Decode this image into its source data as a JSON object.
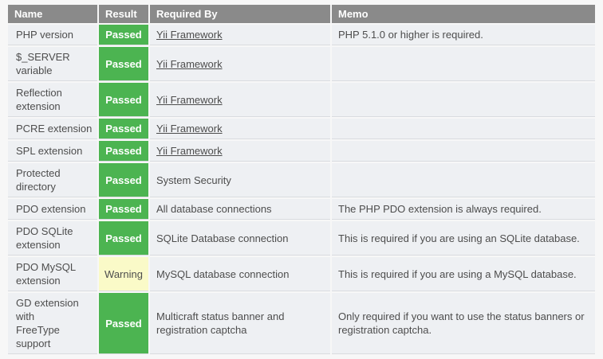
{
  "table": {
    "headers": {
      "name": "Name",
      "result": "Result",
      "required_by": "Required By",
      "memo": "Memo"
    },
    "rows": [
      {
        "name": "PHP version",
        "result": "Passed",
        "status": "passed",
        "required_by": "Yii Framework",
        "required_by_link": true,
        "memo": "PHP 5.1.0 or higher is required."
      },
      {
        "name": "$_SERVER variable",
        "result": "Passed",
        "status": "passed",
        "required_by": "Yii Framework",
        "required_by_link": true,
        "memo": ""
      },
      {
        "name": "Reflection extension",
        "result": "Passed",
        "status": "passed",
        "required_by": "Yii Framework",
        "required_by_link": true,
        "memo": ""
      },
      {
        "name": "PCRE extension",
        "result": "Passed",
        "status": "passed",
        "required_by": "Yii Framework",
        "required_by_link": true,
        "memo": ""
      },
      {
        "name": "SPL extension",
        "result": "Passed",
        "status": "passed",
        "required_by": "Yii Framework",
        "required_by_link": true,
        "memo": ""
      },
      {
        "name": "Protected directory",
        "result": "Passed",
        "status": "passed",
        "required_by": "System Security",
        "required_by_link": false,
        "memo": ""
      },
      {
        "name": "PDO extension",
        "result": "Passed",
        "status": "passed",
        "required_by": "All database connections",
        "required_by_link": false,
        "memo": "The PHP PDO extension is always required."
      },
      {
        "name": "PDO SQLite extension",
        "result": "Passed",
        "status": "passed",
        "required_by": "SQLite Database connection",
        "required_by_link": false,
        "memo": "This is required if you are using an SQLite database."
      },
      {
        "name": "PDO MySQL extension",
        "result": "Warning",
        "status": "warning",
        "required_by": "MySQL database connection",
        "required_by_link": false,
        "memo": "This is required if you are using a MySQL database."
      },
      {
        "name": "GD extension\nwith\nFreeType\nsupport",
        "result": "Passed",
        "status": "passed",
        "required_by": "Multicraft status banner and registration captcha",
        "required_by_link": false,
        "memo": "Only required if you want to use the status banners or registration captcha."
      }
    ],
    "colors": {
      "header_bg": "#8a8a8a",
      "row_bg": "#eef0f3",
      "separator_line": "#d9dbdf",
      "passed_bg": "#4cb451",
      "warning_bg": "#fafac8",
      "page_bg": "#f7f7f7",
      "text": "#4d4d4d",
      "header_text": "#ffffff"
    }
  }
}
